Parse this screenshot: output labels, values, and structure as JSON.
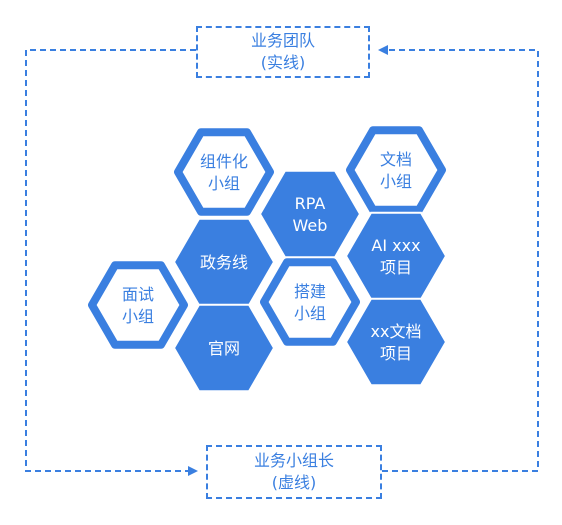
{
  "top_box": {
    "line1": "业务团队",
    "line2": "(实线)"
  },
  "bottom_box": {
    "line1": "业务小组长",
    "line2": "(虚线)"
  },
  "hexagons": [
    {
      "name": "hex-component-group",
      "lines": [
        "组件化",
        "小组"
      ],
      "style": "outline"
    },
    {
      "name": "hex-docs-group",
      "lines": [
        "文档",
        "小组"
      ],
      "style": "outline"
    },
    {
      "name": "hex-rpa-web",
      "lines": [
        "RPA",
        "Web"
      ],
      "style": "filled"
    },
    {
      "name": "hex-gov-line",
      "lines": [
        "政务线"
      ],
      "style": "filled"
    },
    {
      "name": "hex-ai-project",
      "lines": [
        "AI xxx",
        "项目"
      ],
      "style": "filled"
    },
    {
      "name": "hex-interview-group",
      "lines": [
        "面试",
        "小组"
      ],
      "style": "outline"
    },
    {
      "name": "hex-build-group",
      "lines": [
        "搭建",
        "小组"
      ],
      "style": "outline"
    },
    {
      "name": "hex-website",
      "lines": [
        "官网"
      ],
      "style": "filled"
    },
    {
      "name": "hex-xx-docs-project",
      "lines": [
        "xx文档",
        "项目"
      ],
      "style": "filled"
    }
  ],
  "colors": {
    "primary": "#3a7fe0",
    "fill_text": "#ffffff",
    "background": "#ffffff"
  }
}
